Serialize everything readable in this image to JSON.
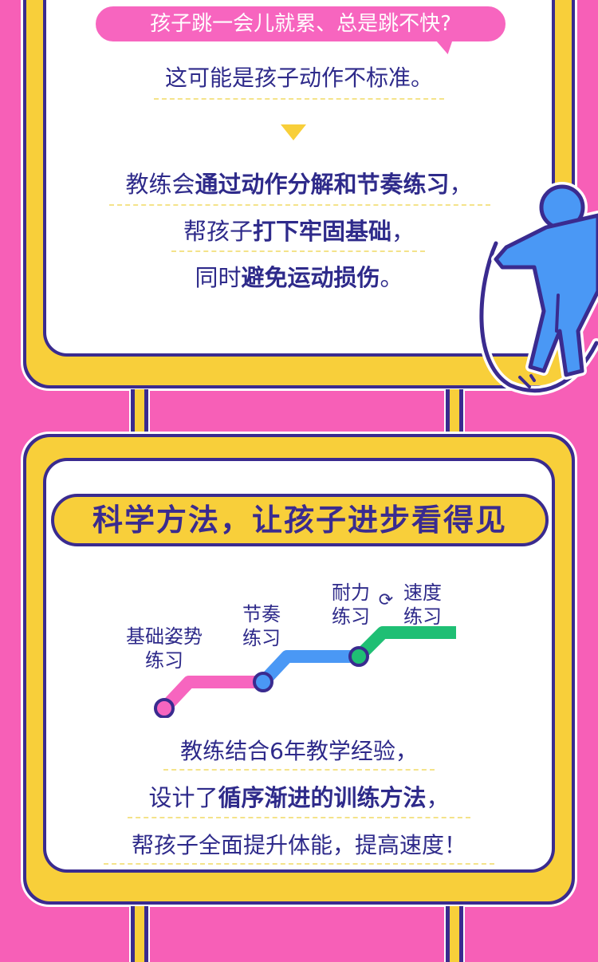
{
  "panel1": {
    "question_bubble": "孩子跳一会儿就累、总是跳不快?",
    "line1": "这可能是孩子动作不标准。",
    "down_arrow_icon": "triangle-down",
    "line2": {
      "normal": "教练会",
      "bold": "通过动作分解和节奏练习",
      "tail": "，"
    },
    "line3": {
      "normal": "帮孩子",
      "bold": "打下牢固基础",
      "tail": "，"
    },
    "line4": {
      "normal": "同时",
      "bold": "避免运动损伤",
      "tail": "。"
    },
    "illustration": "jump-rope-figure"
  },
  "panel2": {
    "title": "科学方法，让孩子进步看得见",
    "steps": [
      {
        "label_line1": "基础姿势",
        "label_line2": "练习",
        "color": "#f765bf"
      },
      {
        "label_line1": "节奏",
        "label_line2": "练习",
        "color": "#4a98f5"
      },
      {
        "label_line1": "耐力",
        "label_line2": "练习",
        "color": "#1fbf74"
      },
      {
        "label_line1": "速度",
        "label_line2": "练习",
        "color": "#1fbf74"
      }
    ],
    "cycle_icon": "cycle-arrows",
    "line1": "教练结合6年教学经验，",
    "line2": {
      "normal": "设计了",
      "bold": "循序渐进的训练方法",
      "tail": "，"
    },
    "line3": "帮孩子全面提升体能，提高速度！"
  },
  "colors": {
    "background_pink": "#f75fb7",
    "frame_yellow": "#f8cf3a",
    "frame_navy": "#3a2b8f",
    "text_navy": "#2e2a8a",
    "figure_blue": "#4a98f5"
  }
}
